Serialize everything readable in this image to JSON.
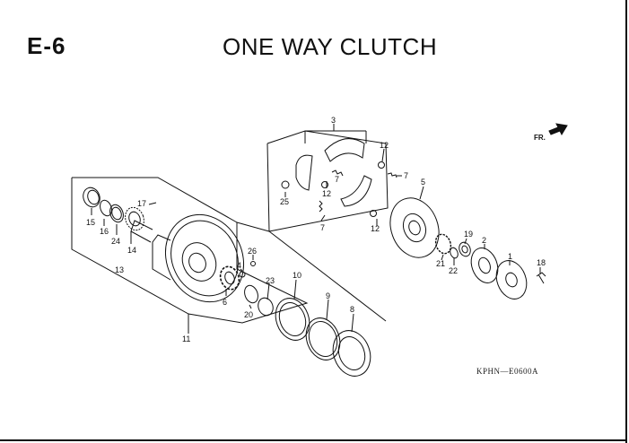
{
  "header": {
    "section_code": "E-6",
    "title": "ONE WAY CLUTCH"
  },
  "footer": {
    "drawing_code": "KPHN—E0600A"
  },
  "direction": {
    "label": "FR.",
    "icon": "front-arrow-icon"
  },
  "callouts": [
    "1",
    "2",
    "3",
    "4",
    "5",
    "6",
    "7",
    "7",
    "7",
    "8",
    "9",
    "10",
    "11",
    "12",
    "12",
    "12",
    "13",
    "14",
    "15",
    "16",
    "17",
    "18",
    "19",
    "20",
    "21",
    "22",
    "23",
    "24",
    "25",
    "26"
  ],
  "colors": {
    "line": "#111111",
    "background": "#ffffff"
  }
}
